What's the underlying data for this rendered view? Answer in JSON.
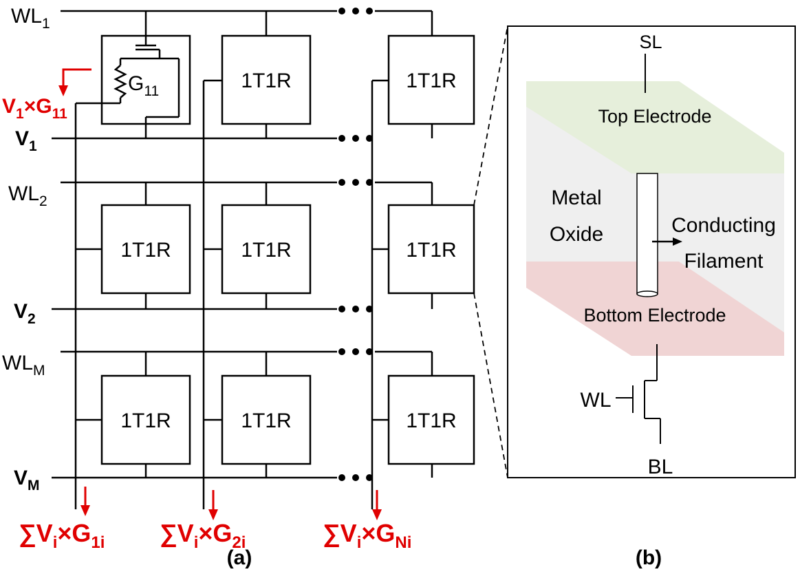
{
  "panel_a": {
    "caption": "(a)",
    "word_lines": [
      "WL",
      "WL",
      "WL"
    ],
    "word_line_subs": [
      "1",
      "2",
      "M"
    ],
    "source_lines": [
      "V",
      "V",
      "V"
    ],
    "source_line_subs": [
      "1",
      "2",
      "M"
    ],
    "cell_label": "1T1R",
    "zoom_cell": {
      "conductance": "G",
      "conductance_sub": "11"
    },
    "input_product": {
      "v": "V",
      "v_sub": "1",
      "times_g": "×G",
      "g_sub": "11"
    },
    "column_outputs": [
      {
        "sum": "∑V",
        "i": "i",
        "times_g": "×G",
        "g_sub": "1i"
      },
      {
        "sum": "∑V",
        "i": "i",
        "times_g": "×G",
        "g_sub": "2i"
      },
      {
        "sum": "∑V",
        "i": "i",
        "times_g": "×G",
        "g_sub": "Ni"
      }
    ],
    "ellipsis": "• • •"
  },
  "panel_b": {
    "caption": "(b)",
    "source_line": "SL",
    "top_electrode": "Top Electrode",
    "metal": "Metal",
    "oxide": "Oxide",
    "conducting": "Conducting",
    "filament": "Filament",
    "bottom_electrode": "Bottom Electrode",
    "word_line": "WL",
    "bit_line": "BL"
  },
  "colors": {
    "highlight": "#e00000",
    "top_electrode": "#e6efdb",
    "bottom_electrode": "#f0d4d4",
    "oxide": "#efefef"
  }
}
